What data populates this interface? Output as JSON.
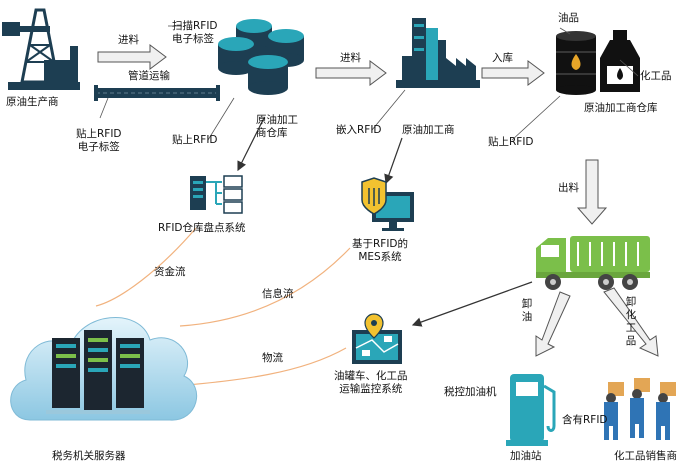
{
  "nodes": {
    "crude_producer": "原油生产商",
    "scan_rfid": "扫描RFID\n电子标签",
    "pipeline_transport": "管道运输",
    "apply_rfid_tag": "贴上RFID\n电子标签",
    "apply_rfid": "贴上RFID",
    "crude_processor_warehouse": "原油加工\n商仓库",
    "processor_warehouse_2": "原油加工商仓库",
    "embed_rfid": "嵌入RFID",
    "crude_processor": "原油加工商",
    "apply_rfid_2": "贴上RFID",
    "oil_product": "油品",
    "chemical_product": "化工品",
    "rfid_inventory_system": "RFID仓库盘点系统",
    "mes_system": "基于RFID的\nMES系统",
    "transport_monitor": "油罐车、化工品\n运输监控系统",
    "tax_server": "税务机关服务器",
    "tax_pump": "税控加油机",
    "gas_station": "加油站",
    "contains_rfid": "含有RFID",
    "chemical_dealer": "化工品销售商"
  },
  "flows": {
    "feed_in_1": "进料",
    "feed_in_2": "进料",
    "store_in": "入库",
    "ship_out": "出料",
    "funds_flow": "资金流",
    "info_flow": "信息流",
    "logistics_flow": "物流",
    "unload_oil": "卸油",
    "unload_chem": "卸化工品"
  },
  "colors": {
    "dark_navy": "#1d3e52",
    "teal": "#2aa6b8",
    "green": "#7bbf4a",
    "line_gray": "#555555",
    "arrow_fill": "#f0f0f0",
    "orange_line": "#f1b27e"
  }
}
